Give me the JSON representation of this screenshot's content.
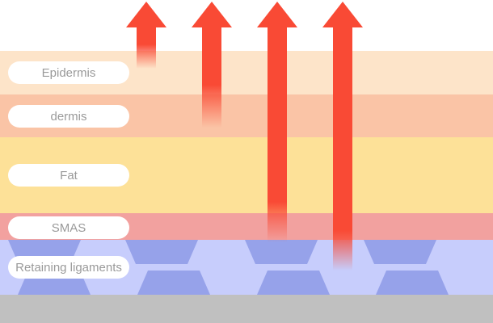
{
  "layers": [
    {
      "label": "Epidermis",
      "color": "#fde4c9"
    },
    {
      "label": "dermis",
      "color": "#fac4a6"
    },
    {
      "label": "Fat",
      "color": "#fde198"
    },
    {
      "label": "SMAS",
      "color": "#f2a19f"
    },
    {
      "label": "Retaining ligaments",
      "color": "#c7cdfc"
    },
    {
      "label": "",
      "color": "#c0c0c0"
    }
  ],
  "ligament_shape_color": "#96a2ea",
  "arrow_color": "#f94a35",
  "arrow_count": 4,
  "arrow_depth_order": [
    "Epidermis",
    "dermis",
    "SMAS",
    "Retaining ligaments"
  ]
}
